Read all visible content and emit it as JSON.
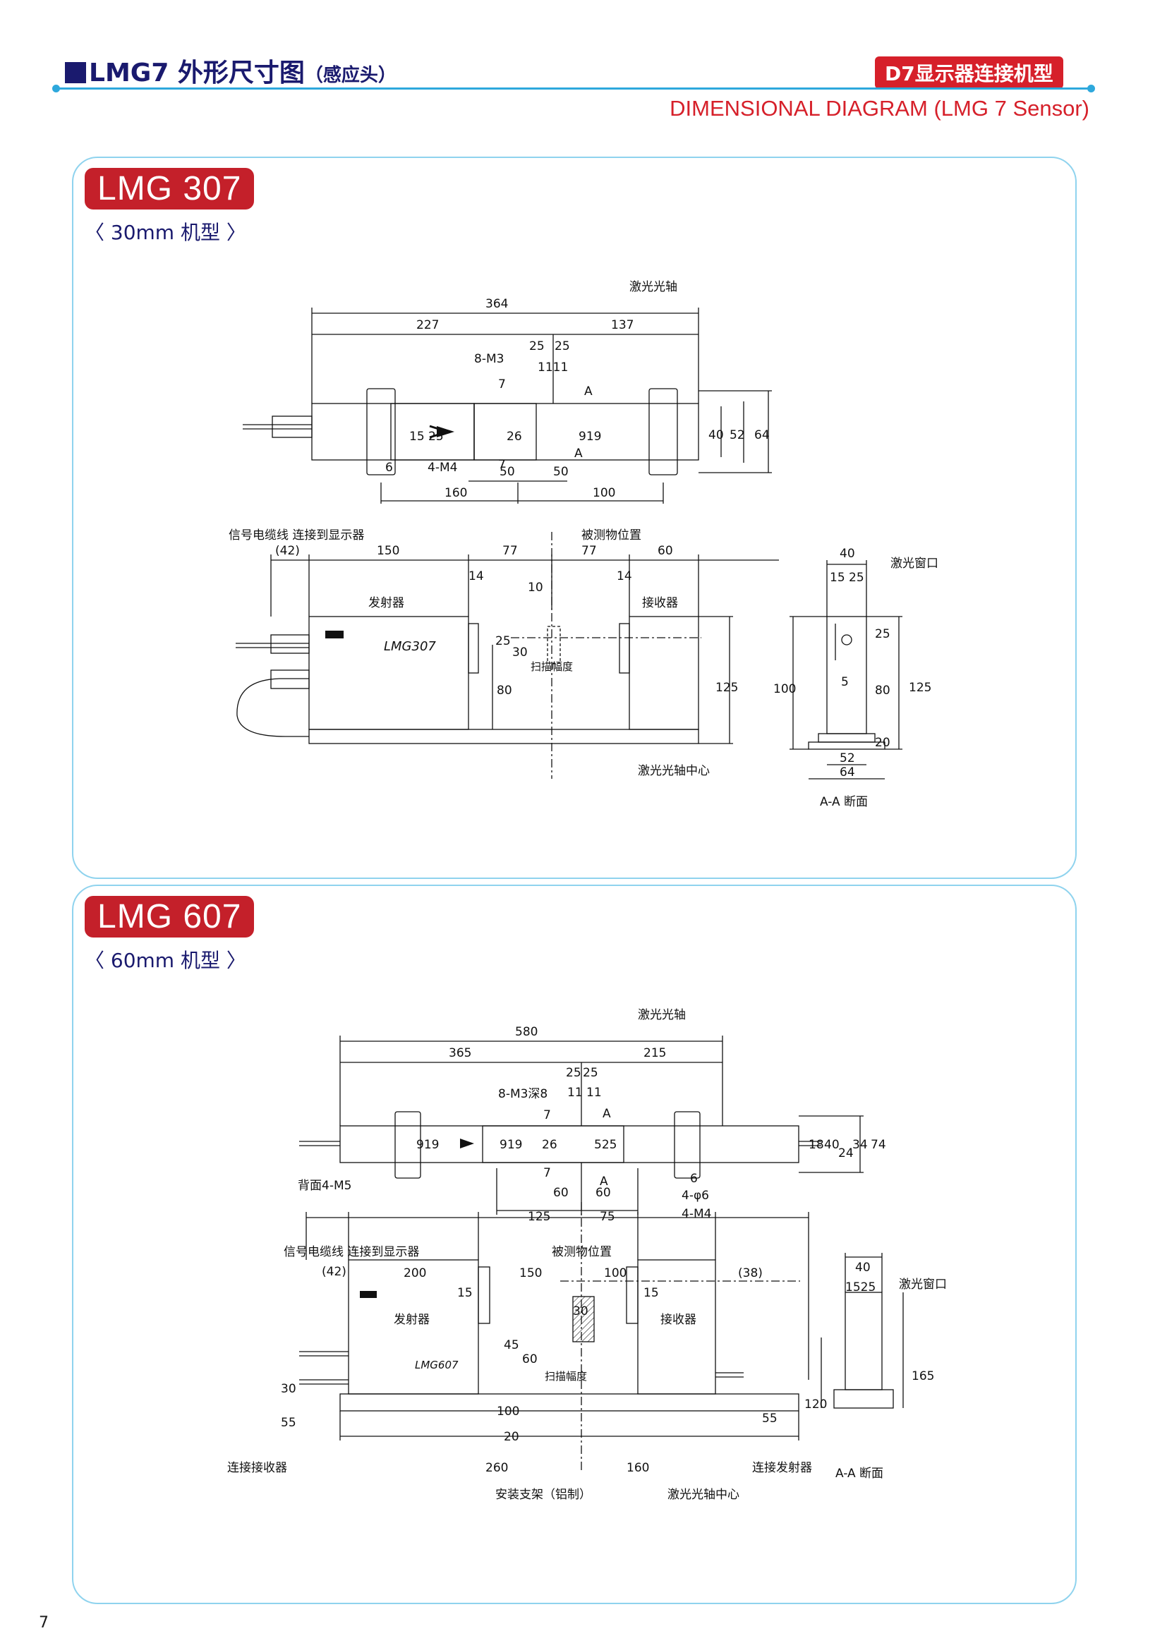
{
  "header": {
    "title_prefix": "LMG7 外形尺寸图",
    "title_suffix": "（感应头）",
    "badge": "D7显示器连接机型",
    "subtitle_en": "DIMENSIONAL DIAGRAM (LMG 7 Sensor)"
  },
  "colors": {
    "accent_blue": "#2ea8dc",
    "accent_red": "#d6202a",
    "navy": "#1a1a6e"
  },
  "lmg307": {
    "model": "LMG 307",
    "variant": "〈 30mm 机型 〉",
    "top": {
      "laser_axis": "激光光轴",
      "d364": "364",
      "d227": "227",
      "d137": "137",
      "d25a": "25",
      "d25b": "25",
      "d11": "1111",
      "m3": "8-M3",
      "secA1": "A",
      "secA2": "A",
      "d7a": "7",
      "d7b": "7",
      "d1525": "15 25",
      "d26": "26",
      "d919": "919",
      "d40": "40",
      "d52": "52",
      "d64": "64",
      "d6": "6",
      "m4": "4-M4",
      "d50a": "50",
      "d50b": "50",
      "d160": "160",
      "d100": "100"
    },
    "front": {
      "cable": "信号电缆线  连接到显示器",
      "target_pos": "被测物位置",
      "d42": "(42)",
      "d150": "150",
      "d77a": "77",
      "d77b": "77",
      "d60": "60",
      "d14a": "14",
      "d14b": "14",
      "d10": "10",
      "emitter": "发射器",
      "receiver": "接收器",
      "brand": "LMG307",
      "d25": "25",
      "d30": "30",
      "scan": "扫描幅度",
      "d80": "80",
      "d125": "125",
      "laser_center": "激光光轴中心"
    },
    "side": {
      "d40": "40",
      "d1525": "15 25",
      "window": "激光窗口",
      "d25": "25",
      "d5": "5",
      "d100": "100",
      "d80": "80",
      "d125": "125",
      "d20": "20",
      "d52": "52",
      "d64": "64",
      "section": "A-A 断面"
    }
  },
  "lmg607": {
    "model": "LMG 607",
    "variant": "〈 60mm 机型 〉",
    "top": {
      "laser_axis": "激光光轴",
      "d580": "580",
      "d365": "365",
      "d215": "215",
      "d25a": "25",
      "d25b": "25",
      "d11": "11 11",
      "m3": "8-M3深8",
      "secA1": "A",
      "secA2": "A",
      "d7a": "7",
      "d7b": "7",
      "d919a": "919",
      "d919b": "919",
      "d26": "26",
      "d525": "525",
      "d18": "18",
      "d40": "40",
      "d24": "24",
      "d34": "34",
      "d74": "74",
      "back": "背面4-M5",
      "d6": "6",
      "phi6": "4-φ6",
      "m4": "4-M4",
      "d60a": "60",
      "d60b": "60",
      "d125": "125",
      "d75": "75"
    },
    "front": {
      "cable": "信号电缆线  连接到显示器",
      "target_pos": "被测物位置",
      "d42": "(42)",
      "d200": "200",
      "d150": "150",
      "d100": "100",
      "d38": "(38)",
      "d15a": "15",
      "d15b": "15",
      "d30": "30",
      "emitter": "发射器",
      "receiver": "接收器",
      "brand": "LMG607",
      "d45": "45",
      "d60": "60",
      "scan": "扫描幅度",
      "d100v": "100",
      "d20": "20",
      "d30l": "30",
      "d55l": "55",
      "d55r": "55",
      "to_receiver": "连接接收器",
      "to_emitter": "连接发射器",
      "d260": "260",
      "d160": "160",
      "bracket": "安装支架（铝制）",
      "laser_center": "激光光轴中心"
    },
    "side": {
      "d40": "40",
      "d1525": "1525",
      "window": "激光窗口",
      "d120": "120",
      "d165": "165",
      "section": "A-A 断面"
    }
  },
  "page_number": "7"
}
